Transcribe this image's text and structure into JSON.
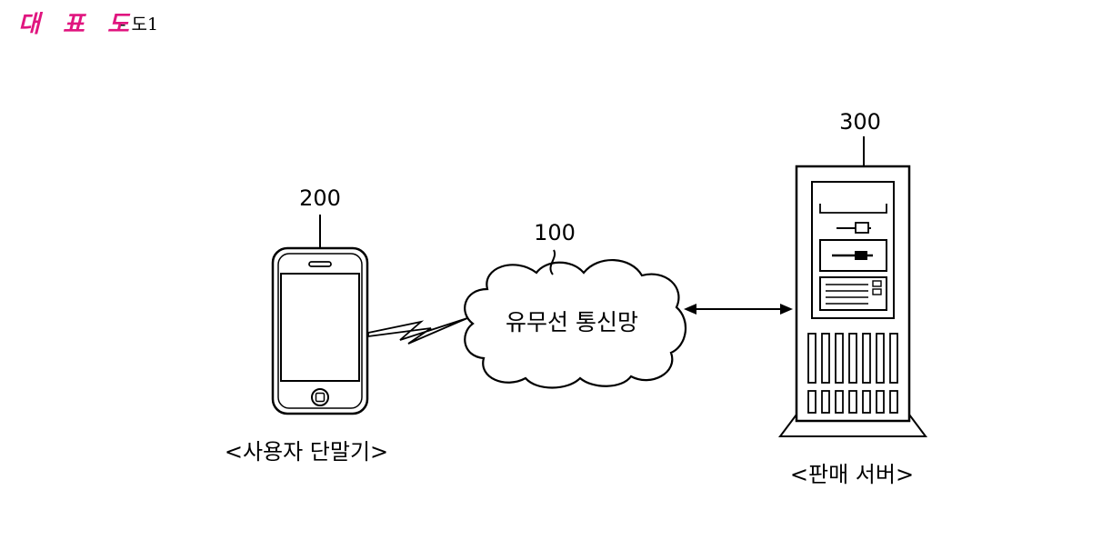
{
  "header": {
    "title": "대 표 도",
    "figure_ref": "- 도1",
    "title_color": "#e0157f"
  },
  "diagram": {
    "network": {
      "ref": "100",
      "label": "유무선 통신망"
    },
    "terminal": {
      "ref": "200",
      "caption": "<사용자 단말기>"
    },
    "server": {
      "ref": "300",
      "caption": "<판매 서버>"
    }
  }
}
